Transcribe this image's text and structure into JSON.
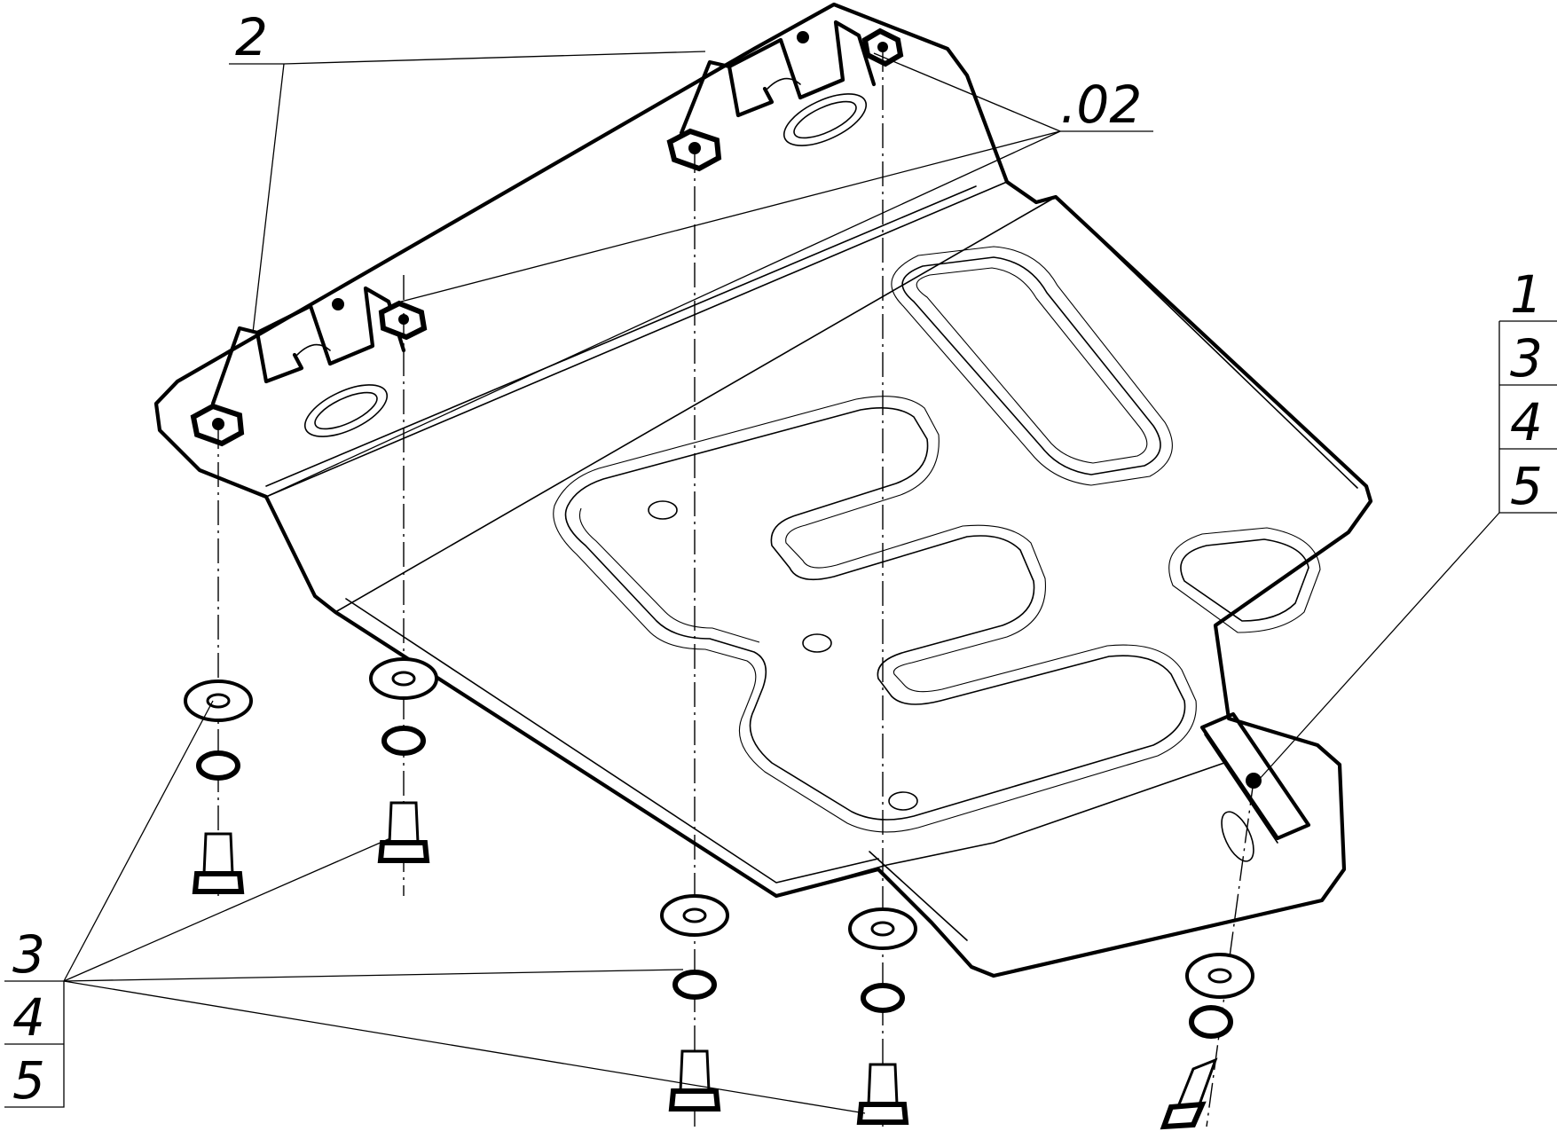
{
  "labels": {
    "bracket": "2",
    "plate": ".02",
    "callout_right": [
      "1",
      "3",
      "4",
      "5"
    ],
    "callout_left": [
      "3",
      "4",
      "5"
    ]
  },
  "colors": {
    "line": "#000000",
    "background": "#ffffff"
  }
}
